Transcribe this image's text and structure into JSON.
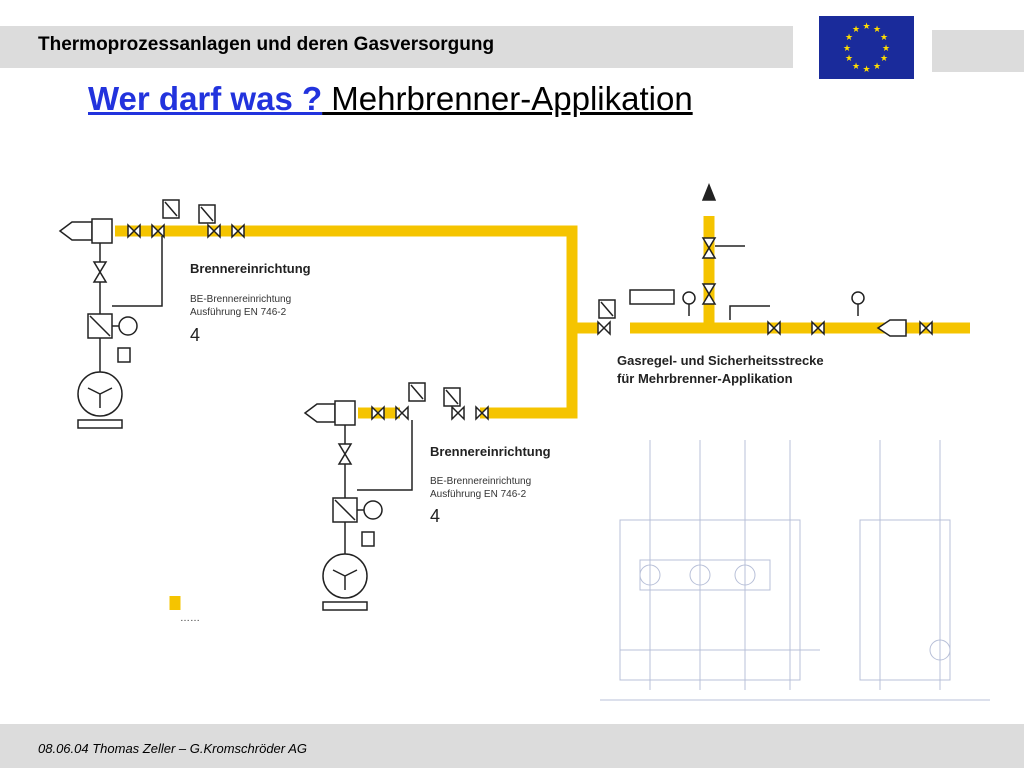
{
  "header": {
    "title": "Thermoprozessanlagen und deren Gasversorgung"
  },
  "slide": {
    "title_highlight": "Wer darf was ?",
    "title_rest": " Mehrbrenner-Applikation"
  },
  "diagram": {
    "burner1": {
      "heading": "Brennereinrichtung",
      "line1": "BE-Brennereinrichtung",
      "line2": "Ausführung EN 746-2",
      "number": "4"
    },
    "burner2": {
      "heading": "Brennereinrichtung",
      "line1": "BE-Brennereinrichtung",
      "line2": "Ausführung EN 746-2",
      "number": "4"
    },
    "gas_line": {
      "line1": "Gasregel- und Sicherheitsstrecke",
      "line2": "für Mehrbrenner-Applikation"
    },
    "continuation": "……",
    "colors": {
      "pipe": "#f5c400",
      "line": "#222222"
    }
  },
  "footer": {
    "text": "08.06.04 Thomas Zeller – G.Kromschröder AG"
  }
}
